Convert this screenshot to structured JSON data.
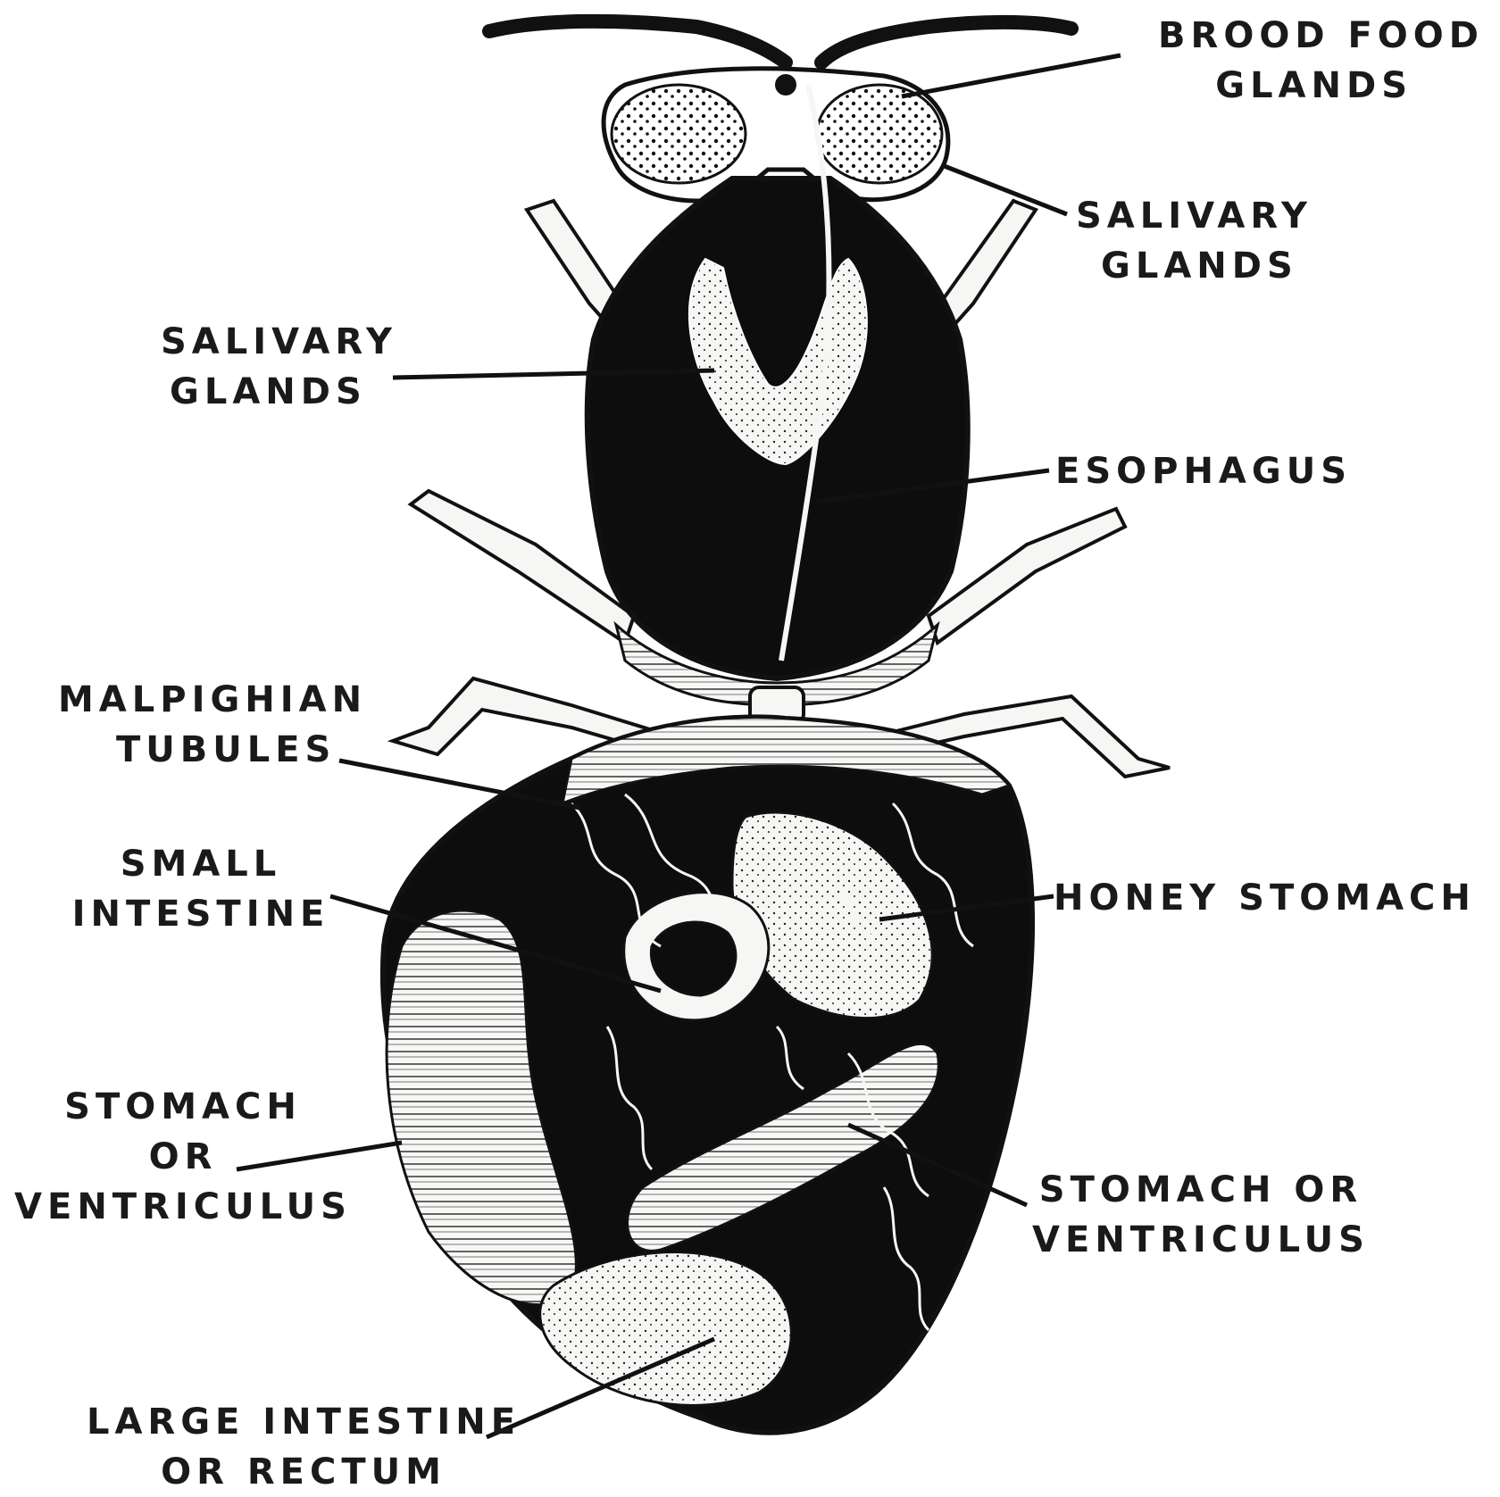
{
  "colors": {
    "ink": "#111111",
    "background": "#ffffff",
    "tissue": "#f4f4f2"
  },
  "labels": {
    "brood_food_glands": [
      "BROOD FOOD",
      "GLANDS"
    ],
    "salivary_glands_head": [
      "SALIVARY",
      "GLANDS"
    ],
    "salivary_glands_thorax": [
      "SALIVARY",
      "GLANDS"
    ],
    "esophagus": "ESOPHAGUS",
    "malpighian_tubules": [
      "MALPIGHIAN",
      "TUBULES"
    ],
    "small_intestine": [
      "SMALL",
      "INTESTINE"
    ],
    "honey_stomach": "HONEY STOMACH",
    "stomach_left": [
      "STOMACH",
      "OR",
      "VENTRICULUS"
    ],
    "stomach_right": [
      "STOMACH OR",
      "VENTRICULUS"
    ],
    "large_intestine": [
      "LARGE INTESTINE",
      "OR RECTUM"
    ]
  }
}
